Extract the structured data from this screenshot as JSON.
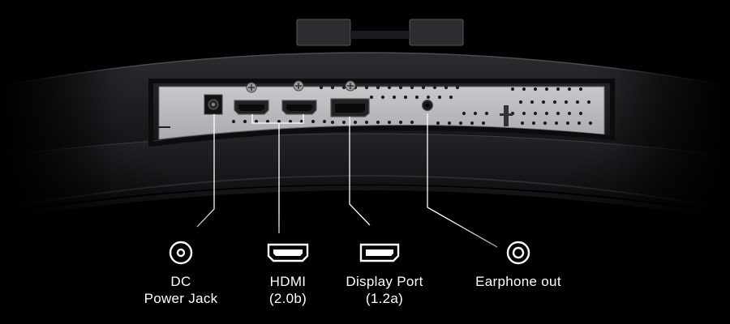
{
  "ports": [
    {
      "id": "dc",
      "label_lines": [
        "DC",
        "Power Jack"
      ],
      "icon": "dc-jack-icon"
    },
    {
      "id": "hdmi",
      "label_lines": [
        "HDMI",
        "(2.0b)"
      ],
      "icon": "hdmi-port-icon"
    },
    {
      "id": "dp",
      "label_lines": [
        "Display Port",
        "(1.2a)"
      ],
      "icon": "displayport-icon"
    },
    {
      "id": "earphone",
      "label_lines": [
        "Earphone out"
      ],
      "icon": "earphone-jack-icon"
    }
  ],
  "colors": {
    "background": "#000000",
    "monitor_body": "#1e1f22",
    "io_panel": "#b9bbbe",
    "leader_line": "#ffffff",
    "label_text": "#ffffff"
  }
}
